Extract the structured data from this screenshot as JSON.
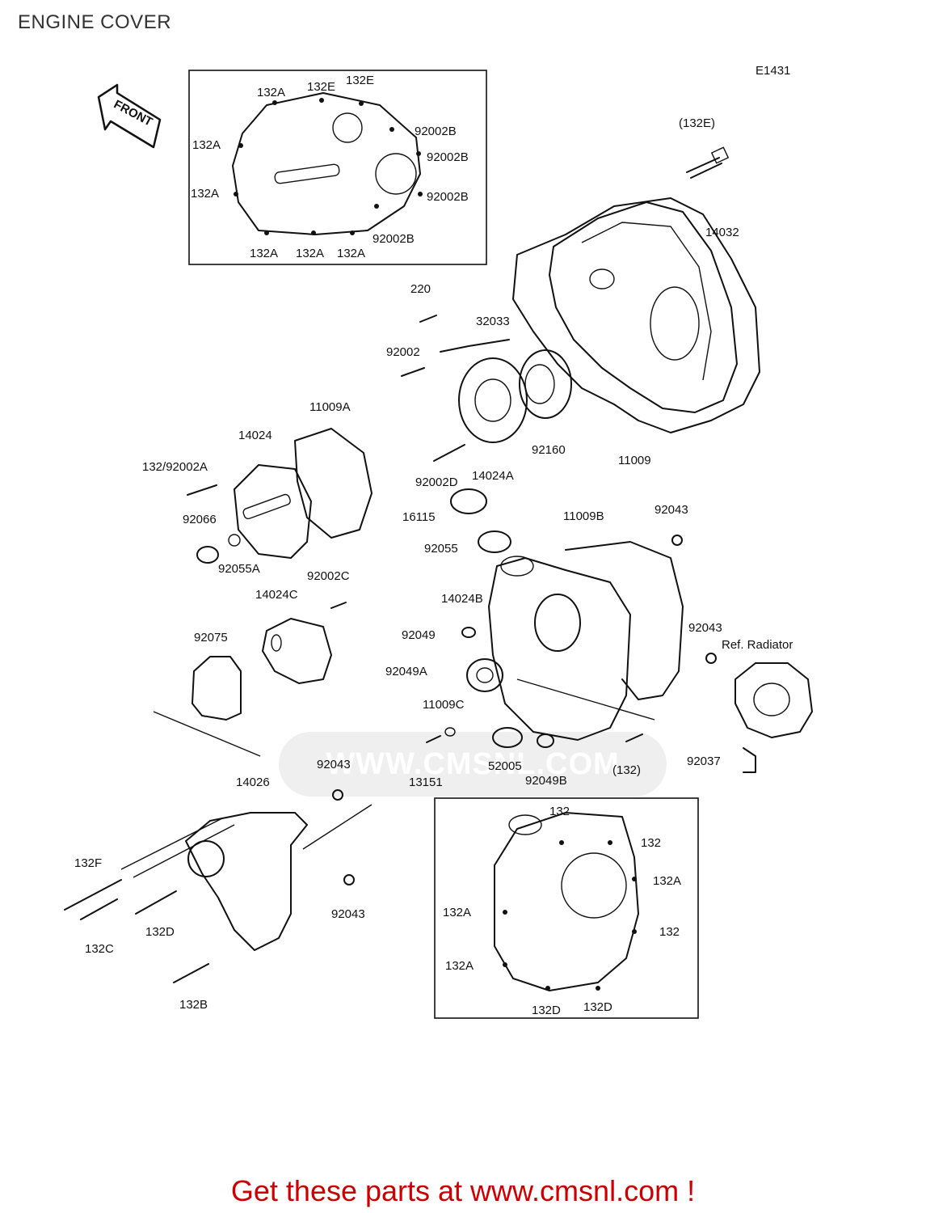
{
  "page": {
    "title": "ENGINE COVER",
    "diagram_code": "E1431",
    "front_arrow_label": "FRONT",
    "watermark_text": "WWW.CMSNL.COM"
  },
  "labels": {
    "l132a_top": "132A",
    "l132e_1": "132E",
    "l132e_2": "132E",
    "l132a_left1": "132A",
    "l132a_left2": "132A",
    "l92002b_1": "92002B",
    "l92002b_2": "92002B",
    "l92002b_3": "92002B",
    "l92002b_4": "92002B",
    "l132a_b1": "132A",
    "l132a_b2": "132A",
    "l132a_b3": "132A",
    "l132e_p": "(132E)",
    "l14032": "14032",
    "l220": "220",
    "l32033": "32033",
    "l92002": "92002",
    "l11009a": "11009A",
    "l14024": "14024",
    "l132_92002a": "132/92002A",
    "l92160": "92160",
    "l11009": "11009",
    "l14024a": "14024A",
    "l92002d": "92002D",
    "l16115": "16115",
    "l92066": "92066",
    "l92055a": "92055A",
    "l11009b": "11009B",
    "l92043_r1": "92043",
    "l92055": "92055",
    "l92002c": "92002C",
    "l14024c": "14024C",
    "l14024b": "14024B",
    "l92075": "92075",
    "l92049": "92049",
    "l92043_r2": "92043",
    "l_ref_radiator": "Ref. Radiator",
    "l92049a": "92049A",
    "l11009c": "11009C",
    "l13151": "13151",
    "l52005": "52005",
    "l92049b": "92049B",
    "l132_p": "(132)",
    "l92037": "92037",
    "l92043_m": "92043",
    "l14026": "14026",
    "l132f": "132F",
    "l132c": "132C",
    "l132d": "132D",
    "l92043_b": "92043",
    "l132b": "132B",
    "l132_i1": "132",
    "l132_i2": "132",
    "l132a_i1": "132A",
    "l132a_i2": "132A",
    "l132_i3": "132",
    "l132a_i3": "132A",
    "l132d_i1": "132D",
    "l132d_i2": "132D"
  },
  "footer": {
    "text": "Get these parts at www.cmsnl.com !",
    "color": "#cc0000"
  }
}
